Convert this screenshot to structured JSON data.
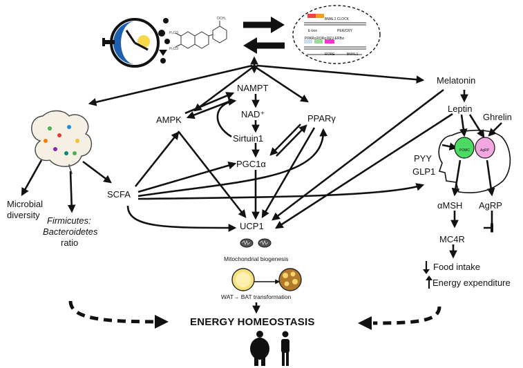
{
  "diagram": {
    "nodes": {
      "nampt": "NAMPT",
      "nad": "NAD⁺",
      "sirtuin1": "Sirtuin1",
      "pgc1a": "PGC1α",
      "ppar": "PPARγ",
      "ampk": "AMPK",
      "scfa": "SCFA",
      "ucp1": "UCP1",
      "melatonin": "Melatonin",
      "leptin": "Leptin",
      "ghrelin": "Ghrelin",
      "pyy": "PYY",
      "glp1": "GLP1",
      "amsh": "αMSH",
      "agrp": "AgRP",
      "mc4r": "MC4R",
      "food_intake": "Food intake",
      "energy_expenditure": "Energy expenditure",
      "microbial_diversity_1": "Microbial",
      "microbial_diversity_2": "diversity",
      "firmicutes": "Firmicutes:",
      "bacteroidetes": "Bacteroidetes",
      "ratio": "ratio",
      "mito": "Mitochondrial biogenesis",
      "wat_bat": "WAT→ BAT transformation",
      "homeostasis": "ENERGY HOMEOSTASIS",
      "pomc_neuron": "POMC",
      "agrp_neuron": "AgRP"
    },
    "clock_gene_labels": {
      "bmal_clock": "BMAL1 CLOCK",
      "ebox": "E-box",
      "ror": "RORα",
      "reverb": "REV-ERBα",
      "ppar": "PPARα",
      "pper": "PER/CRY",
      "rore": "RORE",
      "bmal": "BMAL1"
    },
    "colors": {
      "ink": "#111111",
      "pomc": "#4cd964",
      "agrp": "#f2a7e0",
      "fat_yellow": "#f6e27a",
      "bat_brown": "#b07a2a",
      "clock_blue": "#1e5fb0"
    }
  }
}
